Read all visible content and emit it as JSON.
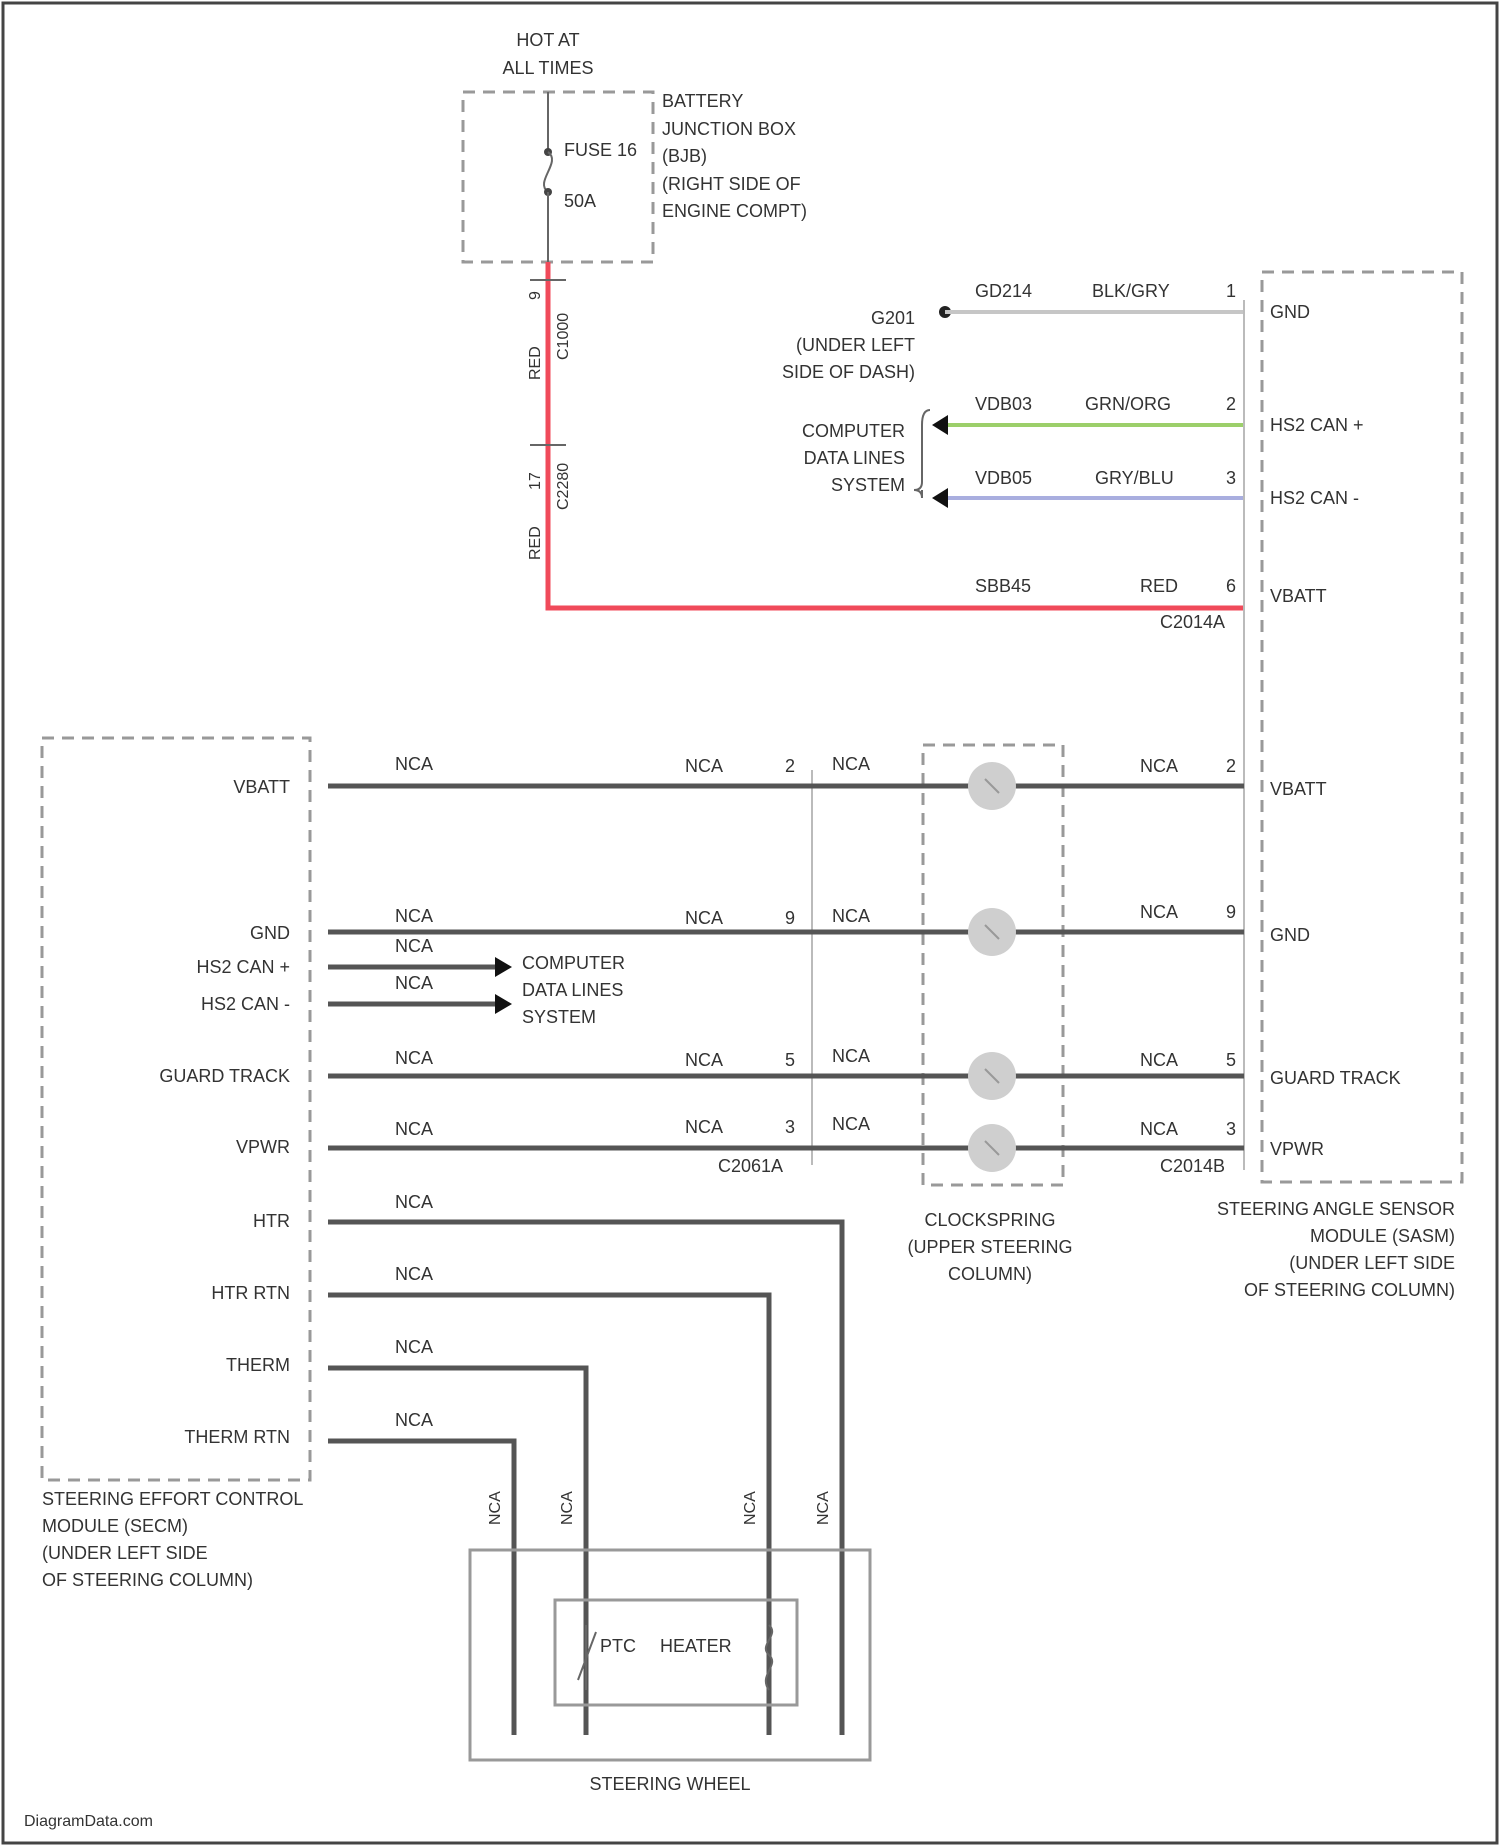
{
  "fuse_box": {
    "hot_line1": "HOT AT",
    "hot_line2": "ALL TIMES",
    "fuse_name": "FUSE 16",
    "fuse_rating": "50A",
    "box_label": [
      "BATTERY",
      "JUNCTION BOX",
      "(BJB)",
      "(RIGHT SIDE OF",
      "ENGINE COMPT)"
    ]
  },
  "red_feed": {
    "pin_top": "9",
    "conn_top": "C1000",
    "color_top": "RED",
    "pin_mid": "17",
    "conn_mid": "C2280",
    "color_mid": "RED",
    "circuit": "SBB45",
    "color": "RED",
    "pin": "6",
    "conn": "C2014A"
  },
  "ground": {
    "circuit": "GD214",
    "color": "BLK/GRY",
    "pin": "1",
    "ref": "G201",
    "ref_loc": [
      "(UNDER LEFT",
      "SIDE OF DASH)"
    ]
  },
  "can_upper": {
    "system": [
      "COMPUTER",
      "DATA LINES",
      "SYSTEM"
    ],
    "plus_circuit": "VDB03",
    "plus_color": "GRN/ORG",
    "plus_pin": "2",
    "minus_circuit": "VDB05",
    "minus_color": "GRY/BLU",
    "minus_pin": "3"
  },
  "sasm": {
    "pins_upper": [
      "GND",
      "HS2 CAN +",
      "HS2 CAN -",
      "VBATT"
    ],
    "pins_lower": [
      "VBATT",
      "GND",
      "GUARD TRACK",
      "VPWR"
    ],
    "conn_lower": "C2014B",
    "label": [
      "STEERING ANGLE SENSOR",
      "MODULE (SASM)",
      "(UNDER LEFT SIDE",
      "OF STEERING COLUMN)"
    ]
  },
  "clockspring": {
    "label": [
      "CLOCKSPRING",
      "(UPPER STEERING",
      "COLUMN)"
    ],
    "conn": "C2061A",
    "pins": [
      "2",
      "9",
      "5",
      "3"
    ]
  },
  "secm": {
    "pins": [
      "VBATT",
      "GND",
      "HS2 CAN +",
      "HS2 CAN -",
      "GUARD TRACK",
      "VPWR",
      "HTR",
      "HTR RTN",
      "THERM",
      "THERM RTN"
    ],
    "label": [
      "STEERING EFFORT CONTROL",
      "MODULE (SECM)",
      "(UNDER LEFT SIDE",
      "OF STEERING COLUMN)"
    ],
    "can_system": [
      "COMPUTER",
      "DATA LINES",
      "SYSTEM"
    ]
  },
  "right_pins": [
    "2",
    "9",
    "5",
    "3"
  ],
  "nca": "NCA",
  "wheel": {
    "label": "STEERING WHEEL",
    "ptc": "PTC",
    "heater": "HEATER"
  },
  "footer": "DiagramData.com",
  "colors": {
    "red": "#f04a5a",
    "green": "#9ccf6a",
    "blue": "#a9aedf",
    "gray_wire": "#c6c6c6",
    "dark_wire": "#555555"
  }
}
